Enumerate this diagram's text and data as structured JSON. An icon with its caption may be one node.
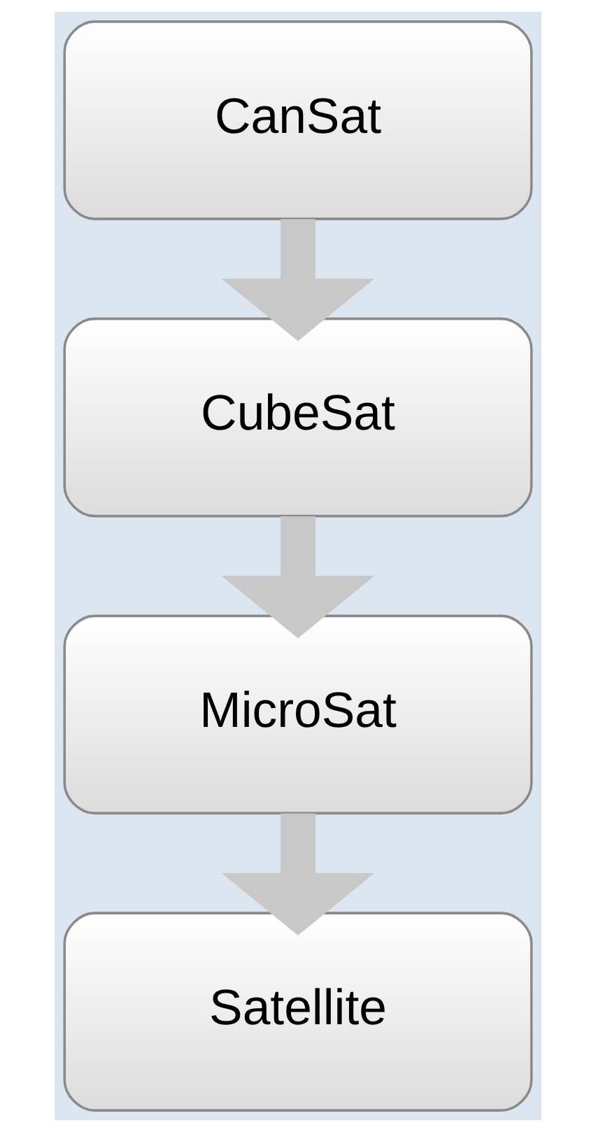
{
  "diagram": {
    "nodes": [
      {
        "text": [
          "CanSat"
        ]
      },
      {
        "text": [
          "CubeSat"
        ]
      },
      {
        "text": [
          "MicroSat"
        ]
      },
      {
        "text": [
          "Satellite"
        ]
      }
    ],
    "edges": [
      {
        "from": 0,
        "to": 1,
        "arrow": "to"
      },
      {
        "from": 1,
        "to": 2,
        "arrow": "to"
      },
      {
        "from": 2,
        "to": 3,
        "arrow": "to"
      }
    ]
  }
}
